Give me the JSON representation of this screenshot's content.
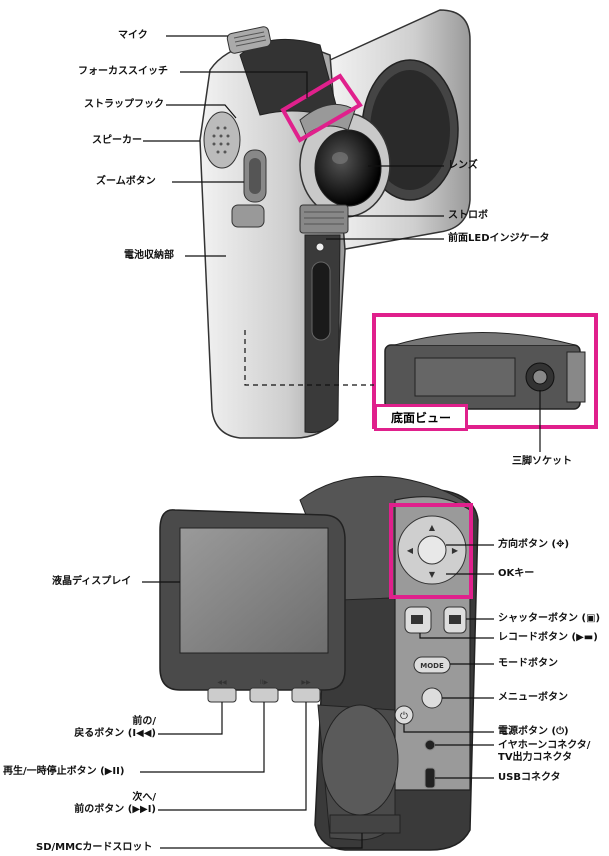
{
  "top_labels": {
    "mic": "マイク",
    "focus_switch": "フォーカススイッチ",
    "strap_hook": "ストラップフック",
    "speaker": "スピーカー",
    "zoom_button": "ズームボタン",
    "battery_compartment": "電池収納部",
    "lens": "レンズ",
    "strobe": "ストロボ",
    "front_led": "前面LEDインジケータ",
    "bottom_view": "底面ビュー",
    "tripod_socket": "三脚ソケット"
  },
  "bottom_labels": {
    "direction_button": "方向ボタン (",
    "direction_close": ")",
    "ok_key": "OKキー",
    "shutter_button": "シャッターボタン (",
    "shutter_close": ")",
    "record_button": "レコードボタン (",
    "record_close": ")",
    "mode_button": "モードボタン",
    "menu_button": "メニューボタン",
    "power_button": "電源ボタン (",
    "power_close": ")",
    "power_symbol": "⏻",
    "earphone_line1": "イヤホーンコネクタ/",
    "earphone_line2": "TV出力コネクタ",
    "usb": "USBコネクタ",
    "lcd": "液晶ディスプレイ",
    "prev_line1": "前の/",
    "prev_line2": "戻るボタン (",
    "prev_symbol": "I◀◀",
    "prev_close": ")",
    "play_pause": "再生/一時停止ボタン (",
    "play_symbol": "▶II",
    "play_close": ")",
    "next_line1": "次へ/",
    "next_line2": "前のボタン (",
    "next_symbol": "▶▶I",
    "next_close": ")",
    "sd_slot": "SD/MMCカードスロット",
    "mode_key_text": "MODE"
  },
  "colors": {
    "highlight": "#e0208c",
    "body_light": "#d8d8d8",
    "body_dark": "#3a3a3a"
  }
}
